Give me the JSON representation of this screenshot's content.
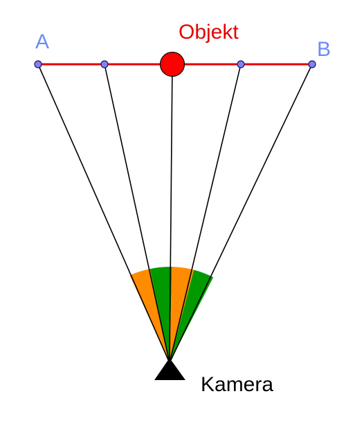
{
  "labels": {
    "point_a": "A",
    "point_b": "B",
    "object": "Objekt",
    "camera": "Kamera"
  },
  "colors": {
    "segment": "#e60000",
    "object_fill": "#ff0000",
    "point_fill": "#8080ff",
    "point_label": "#6b8cf5",
    "object_label": "#e60000",
    "sight_line": "#000000",
    "sector_orange": "#ff8c00",
    "sector_green": "#009900",
    "camera": "#000000",
    "camera_label": "#000000"
  },
  "sectors_outer_to_inner_colors": [
    "orange",
    "green",
    "orange",
    "green"
  ]
}
